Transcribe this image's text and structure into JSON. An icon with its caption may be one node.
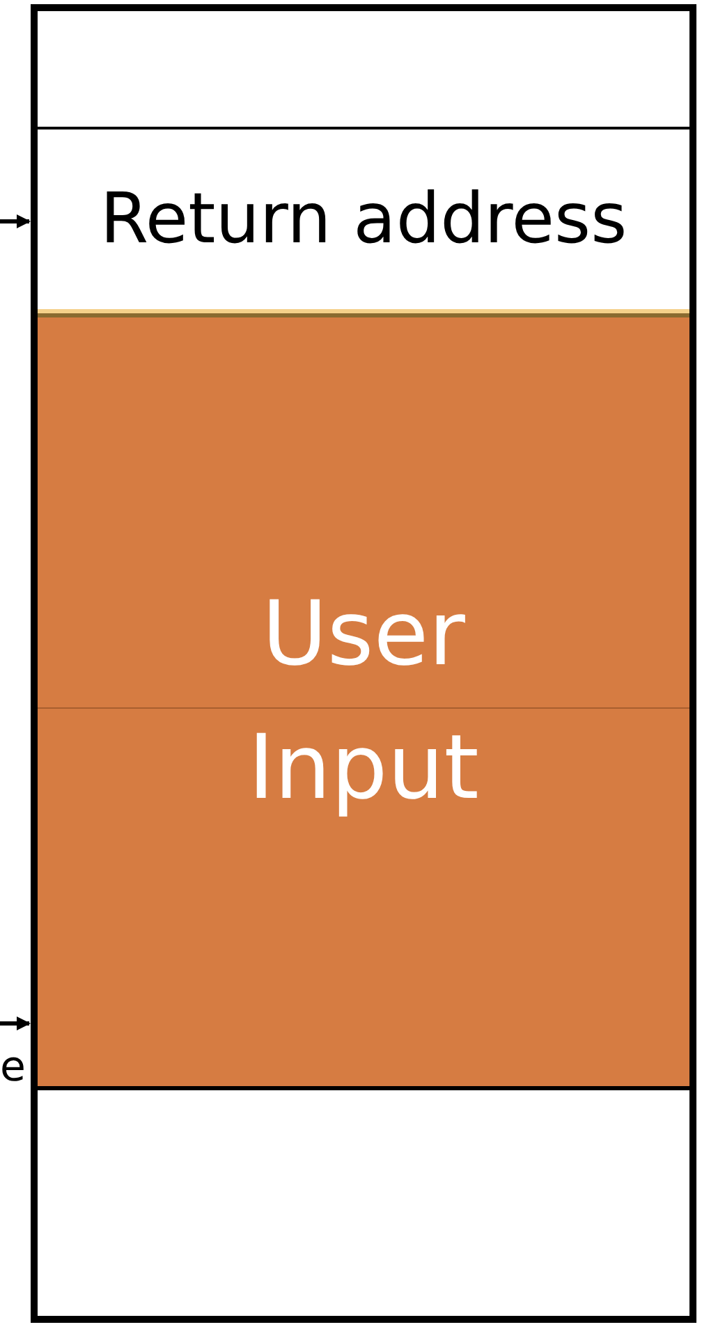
{
  "diagram": {
    "nodes": [
      {
        "text": [],
        "shape": "box"
      },
      {
        "text": [],
        "shape": "box",
        "in": 0
      },
      {
        "text": [
          "Return address"
        ],
        "in": 0
      },
      {
        "text": [
          "User Input"
        ],
        "in": 0
      },
      {
        "text": [],
        "shape": "box",
        "in": 0
      }
    ],
    "edges": [
      {
        "from": null,
        "to": 2,
        "arrow": "to"
      },
      {
        "from": null,
        "to": 3,
        "arrow": "to"
      }
    ],
    "labels": [
      "e"
    ]
  }
}
